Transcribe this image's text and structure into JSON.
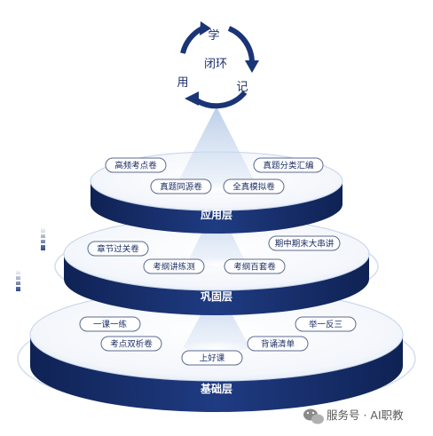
{
  "cycle": {
    "center": "闭环",
    "top": "学",
    "right": "记",
    "left": "用"
  },
  "tiers": [
    {
      "name": "应用层",
      "tags": [
        "高频考点卷",
        "真题同源卷",
        "全真模拟卷",
        "真题分类汇编"
      ]
    },
    {
      "name": "巩固层",
      "tags": [
        "章节过关卷",
        "考纲讲练测",
        "考纲百套卷",
        "期中期末大串讲"
      ]
    },
    {
      "name": "基础层",
      "tags": [
        "一课一练",
        "考点双析卷",
        "上好课",
        "背诵清单",
        "举一反三"
      ]
    }
  ],
  "watermark": {
    "text": "服务号 · AI职教"
  },
  "colors": {
    "navy": "#1a3576",
    "navy_dark": "#12275a",
    "top_face": "#ffffff",
    "face_shade": "#dfe7f3",
    "ring": "#c9d6ea",
    "pill_border": "#5d6b8e",
    "beam": "#c7d8ef"
  }
}
